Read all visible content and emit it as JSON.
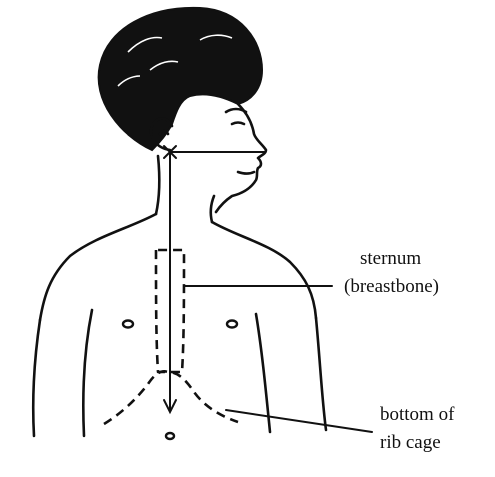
{
  "labels": {
    "sternum_line1": "sternum",
    "sternum_line2": "(breastbone)",
    "rib_line1": "bottom of",
    "rib_line2": "rib cage"
  },
  "colors": {
    "ink": "#111111",
    "background": "#ffffff"
  }
}
